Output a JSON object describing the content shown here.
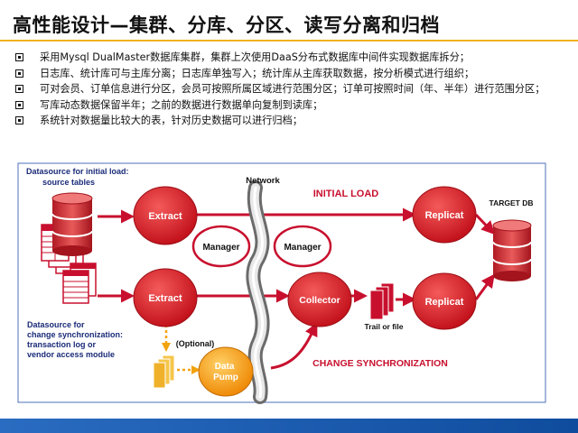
{
  "title": "高性能设计—集群、分库、分区、读写分离和归档",
  "bullets": [
    "采用Mysql DualMaster数据库集群，集群上次使用DaaS分布式数据库中间件实现数据库拆分；",
    "日志库、统计库可与主库分离；日志库单独写入；统计库从主库获取数据，按分析模式进行组织；",
    "可对会员、订单信息进行分区，会员可按照所属区域进行范围分区；订单可按照时间（年、半年）进行范围分区；",
    "写库动态数据保留半年；之前的数据进行数据单向复制到读库；",
    "系统针对数据量比较大的表，针对历史数据可以进行归档；"
  ],
  "diagram": {
    "source_initial_label": [
      "Datasource for initial load:",
      "source tables"
    ],
    "source_change_label": [
      "Datasource for",
      "change synchronization:",
      "transaction log or",
      "vendor access module"
    ],
    "network_label": "Network",
    "initial_load_label": "INITIAL LOAD",
    "change_sync_label": "CHANGE SYNCHRONIZATION",
    "target_db_label": "TARGET DB",
    "extract_top": "Extract",
    "extract_bottom": "Extract",
    "manager_left": "Manager",
    "manager_right": "Manager",
    "replicat_top": "Replicat",
    "replicat_bottom": "Replicat",
    "collector": "Collector",
    "trail_label": "Trail or file",
    "optional_label": "(Optional)",
    "data_pump": [
      "Data",
      "Pump"
    ]
  },
  "colors": {
    "accent_red": "#c8102e",
    "process_red": "#d81f26",
    "pump_orange": "#f29d12",
    "title_rule": "#f2b01e",
    "bottom_bar": "#1f5fb0",
    "text_blue": "#1a2b78"
  }
}
